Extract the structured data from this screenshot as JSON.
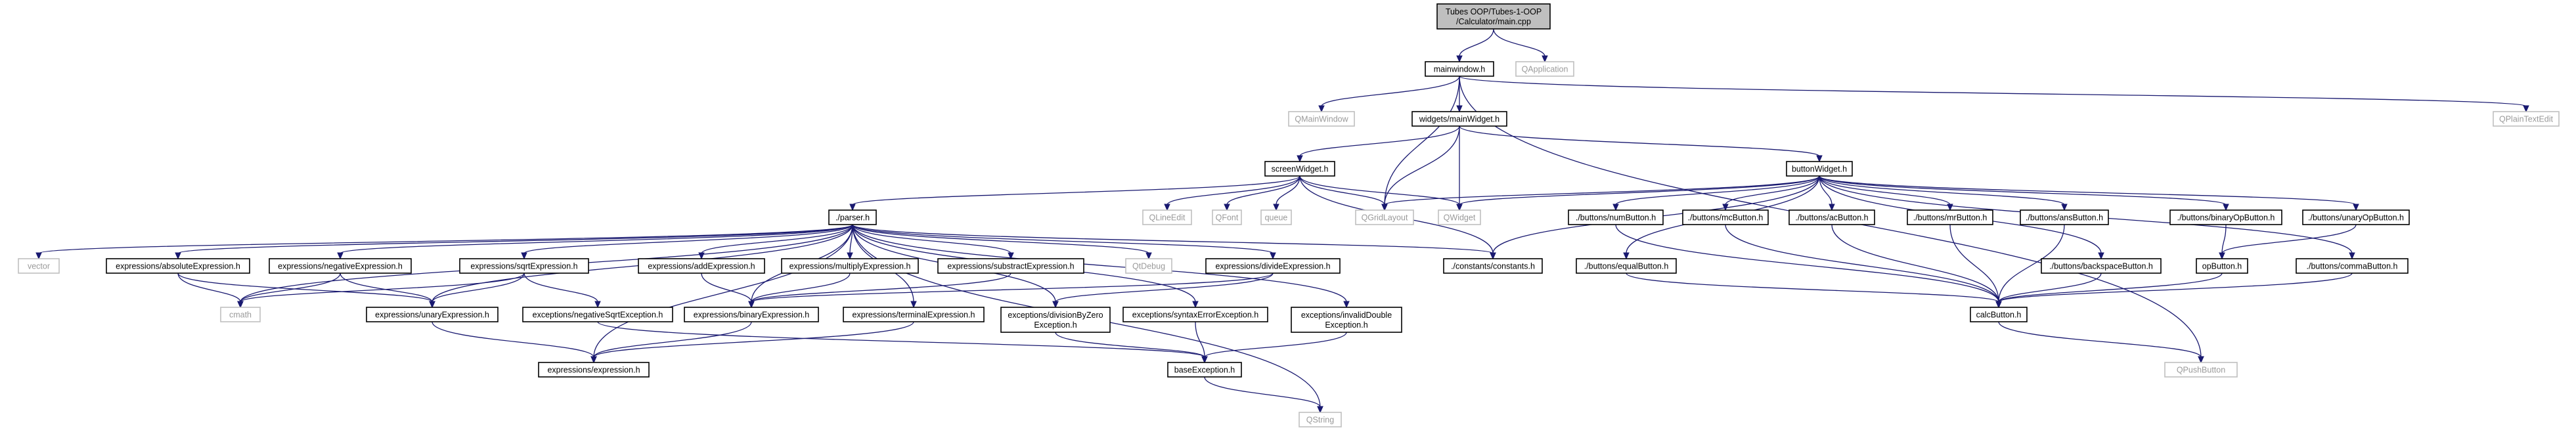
{
  "diagram": {
    "nodes": [
      {
        "id": "root",
        "lines": [
          "Tubes OOP/Tubes-1-OOP",
          "/Calculator/main.cpp"
        ],
        "kind": "root"
      },
      {
        "id": "mainwindow",
        "lines": [
          "mainwindow.h"
        ],
        "kind": "local"
      },
      {
        "id": "qapplication",
        "lines": [
          "QApplication"
        ],
        "kind": "external"
      },
      {
        "id": "qmainwindow",
        "lines": [
          "QMainWindow"
        ],
        "kind": "external"
      },
      {
        "id": "mainwidget",
        "lines": [
          "widgets/mainWidget.h"
        ],
        "kind": "local"
      },
      {
        "id": "qplaintextedit",
        "lines": [
          "QPlainTextEdit"
        ],
        "kind": "external"
      },
      {
        "id": "screenwidget",
        "lines": [
          "screenWidget.h"
        ],
        "kind": "local"
      },
      {
        "id": "buttonwidget",
        "lines": [
          "buttonWidget.h"
        ],
        "kind": "local"
      },
      {
        "id": "parser",
        "lines": [
          "./parser.h"
        ],
        "kind": "local"
      },
      {
        "id": "qlineedit",
        "lines": [
          "QLineEdit"
        ],
        "kind": "external"
      },
      {
        "id": "qfont",
        "lines": [
          "QFont"
        ],
        "kind": "external"
      },
      {
        "id": "queue",
        "lines": [
          "queue"
        ],
        "kind": "external"
      },
      {
        "id": "qgridlayout",
        "lines": [
          "QGridLayout"
        ],
        "kind": "external"
      },
      {
        "id": "qwidget",
        "lines": [
          "QWidget"
        ],
        "kind": "external"
      },
      {
        "id": "numbutton",
        "lines": [
          "./buttons/numButton.h"
        ],
        "kind": "local"
      },
      {
        "id": "mcbutton",
        "lines": [
          "./buttons/mcButton.h"
        ],
        "kind": "local"
      },
      {
        "id": "acbutton",
        "lines": [
          "./buttons/acButton.h"
        ],
        "kind": "local"
      },
      {
        "id": "mrbutton",
        "lines": [
          "./buttons/mrButton.h"
        ],
        "kind": "local"
      },
      {
        "id": "ansbutton",
        "lines": [
          "./buttons/ansButton.h"
        ],
        "kind": "local"
      },
      {
        "id": "binaryopbutton",
        "lines": [
          "./buttons/binaryOpButton.h"
        ],
        "kind": "local"
      },
      {
        "id": "unaryopbutton",
        "lines": [
          "./buttons/unaryOpButton.h"
        ],
        "kind": "local"
      },
      {
        "id": "vector",
        "lines": [
          "vector"
        ],
        "kind": "external"
      },
      {
        "id": "absexpr",
        "lines": [
          "expressions/absoluteExpression.h"
        ],
        "kind": "local"
      },
      {
        "id": "negexpr",
        "lines": [
          "expressions/negativeExpression.h"
        ],
        "kind": "local"
      },
      {
        "id": "sqrtexpr",
        "lines": [
          "expressions/sqrtExpression.h"
        ],
        "kind": "local"
      },
      {
        "id": "addexpr",
        "lines": [
          "expressions/addExpression.h"
        ],
        "kind": "local"
      },
      {
        "id": "mulexpr",
        "lines": [
          "expressions/multiplyExpression.h"
        ],
        "kind": "local"
      },
      {
        "id": "subexpr",
        "lines": [
          "expressions/substractExpression.h"
        ],
        "kind": "local"
      },
      {
        "id": "qdebug",
        "lines": [
          "QtDebug"
        ],
        "kind": "external"
      },
      {
        "id": "divexpr",
        "lines": [
          "expressions/divideExpression.h"
        ],
        "kind": "local"
      },
      {
        "id": "constants",
        "lines": [
          "./constants/constants.h"
        ],
        "kind": "local"
      },
      {
        "id": "equalbutton",
        "lines": [
          "./buttons/equalButton.h"
        ],
        "kind": "local"
      },
      {
        "id": "backspacebutton",
        "lines": [
          "./buttons/backspaceButton.h"
        ],
        "kind": "local"
      },
      {
        "id": "opbutton",
        "lines": [
          "opButton.h"
        ],
        "kind": "local"
      },
      {
        "id": "commabutton",
        "lines": [
          "./buttons/commaButton.h"
        ],
        "kind": "local"
      },
      {
        "id": "cmath",
        "lines": [
          "cmath"
        ],
        "kind": "external"
      },
      {
        "id": "unaryexpr",
        "lines": [
          "expressions/unaryExpression.h"
        ],
        "kind": "local"
      },
      {
        "id": "negsqrtexc",
        "lines": [
          "exceptions/negativeSqrtException.h"
        ],
        "kind": "local"
      },
      {
        "id": "binaryexpr",
        "lines": [
          "expressions/binaryExpression.h"
        ],
        "kind": "local"
      },
      {
        "id": "termexpr",
        "lines": [
          "expressions/terminalExpression.h"
        ],
        "kind": "local"
      },
      {
        "id": "divzeroexc",
        "lines": [
          "exceptions/divisionByZero",
          "Exception.h"
        ],
        "kind": "local"
      },
      {
        "id": "syntaxexc",
        "lines": [
          "exceptions/syntaxErrorException.h"
        ],
        "kind": "local"
      },
      {
        "id": "invdoubleexc",
        "lines": [
          "exceptions/invalidDouble",
          "Exception.h"
        ],
        "kind": "local"
      },
      {
        "id": "calcbutton",
        "lines": [
          "calcButton.h"
        ],
        "kind": "local"
      },
      {
        "id": "expression",
        "lines": [
          "expressions/expression.h"
        ],
        "kind": "local"
      },
      {
        "id": "baseexc",
        "lines": [
          "baseException.h"
        ],
        "kind": "local"
      },
      {
        "id": "qpushbutton",
        "lines": [
          "QPushButton"
        ],
        "kind": "external"
      },
      {
        "id": "qstring",
        "lines": [
          "QString"
        ],
        "kind": "external"
      }
    ],
    "edges": [
      [
        "root",
        "mainwindow"
      ],
      [
        "root",
        "qapplication"
      ],
      [
        "mainwindow",
        "qmainwindow"
      ],
      [
        "mainwindow",
        "mainwidget"
      ],
      [
        "mainwindow",
        "qplaintextedit"
      ],
      [
        "mainwindow",
        "qgridlayout"
      ],
      [
        "mainwindow",
        "qpushbutton"
      ],
      [
        "mainwidget",
        "screenwidget"
      ],
      [
        "mainwidget",
        "buttonwidget"
      ],
      [
        "mainwidget",
        "qgridlayout"
      ],
      [
        "mainwidget",
        "qwidget"
      ],
      [
        "screenwidget",
        "parser"
      ],
      [
        "screenwidget",
        "qlineedit"
      ],
      [
        "screenwidget",
        "qfont"
      ],
      [
        "screenwidget",
        "queue"
      ],
      [
        "screenwidget",
        "qgridlayout"
      ],
      [
        "screenwidget",
        "qwidget"
      ],
      [
        "screenwidget",
        "constants"
      ],
      [
        "buttonwidget",
        "numbutton"
      ],
      [
        "buttonwidget",
        "mcbutton"
      ],
      [
        "buttonwidget",
        "acbutton"
      ],
      [
        "buttonwidget",
        "mrbutton"
      ],
      [
        "buttonwidget",
        "ansbutton"
      ],
      [
        "buttonwidget",
        "binaryopbutton"
      ],
      [
        "buttonwidget",
        "unaryopbutton"
      ],
      [
        "buttonwidget",
        "equalbutton"
      ],
      [
        "buttonwidget",
        "backspacebutton"
      ],
      [
        "buttonwidget",
        "commabutton"
      ],
      [
        "buttonwidget",
        "constants"
      ],
      [
        "buttonwidget",
        "qgridlayout"
      ],
      [
        "buttonwidget",
        "qwidget"
      ],
      [
        "parser",
        "vector"
      ],
      [
        "parser",
        "absexpr"
      ],
      [
        "parser",
        "negexpr"
      ],
      [
        "parser",
        "sqrtexpr"
      ],
      [
        "parser",
        "addexpr"
      ],
      [
        "parser",
        "mulexpr"
      ],
      [
        "parser",
        "subexpr"
      ],
      [
        "parser",
        "qdebug"
      ],
      [
        "parser",
        "divexpr"
      ],
      [
        "parser",
        "constants"
      ],
      [
        "parser",
        "cmath"
      ],
      [
        "parser",
        "unaryexpr"
      ],
      [
        "parser",
        "binaryexpr"
      ],
      [
        "parser",
        "termexpr"
      ],
      [
        "parser",
        "divzeroexc"
      ],
      [
        "parser",
        "syntaxexc"
      ],
      [
        "parser",
        "invdoubleexc"
      ],
      [
        "parser",
        "expression"
      ],
      [
        "parser",
        "qstring"
      ],
      [
        "absexpr",
        "cmath"
      ],
      [
        "absexpr",
        "unaryexpr"
      ],
      [
        "negexpr",
        "cmath"
      ],
      [
        "negexpr",
        "unaryexpr"
      ],
      [
        "sqrtexpr",
        "cmath"
      ],
      [
        "sqrtexpr",
        "unaryexpr"
      ],
      [
        "sqrtexpr",
        "negsqrtexc"
      ],
      [
        "addexpr",
        "binaryexpr"
      ],
      [
        "mulexpr",
        "binaryexpr"
      ],
      [
        "subexpr",
        "binaryexpr"
      ],
      [
        "divexpr",
        "binaryexpr"
      ],
      [
        "divexpr",
        "divzeroexc"
      ],
      [
        "unaryexpr",
        "expression"
      ],
      [
        "binaryexpr",
        "expression"
      ],
      [
        "termexpr",
        "expression"
      ],
      [
        "negsqrtexc",
        "baseexc"
      ],
      [
        "divzeroexc",
        "baseexc"
      ],
      [
        "syntaxexc",
        "baseexc"
      ],
      [
        "invdoubleexc",
        "baseexc"
      ],
      [
        "baseexc",
        "qstring"
      ],
      [
        "numbutton",
        "calcbutton"
      ],
      [
        "mcbutton",
        "calcbutton"
      ],
      [
        "acbutton",
        "calcbutton"
      ],
      [
        "mrbutton",
        "calcbutton"
      ],
      [
        "ansbutton",
        "calcbutton"
      ],
      [
        "equalbutton",
        "calcbutton"
      ],
      [
        "backspacebutton",
        "calcbutton"
      ],
      [
        "commabutton",
        "calcbutton"
      ],
      [
        "binaryopbutton",
        "opbutton"
      ],
      [
        "unaryopbutton",
        "opbutton"
      ],
      [
        "opbutton",
        "calcbutton"
      ],
      [
        "calcbutton",
        "qpushbutton"
      ]
    ]
  }
}
